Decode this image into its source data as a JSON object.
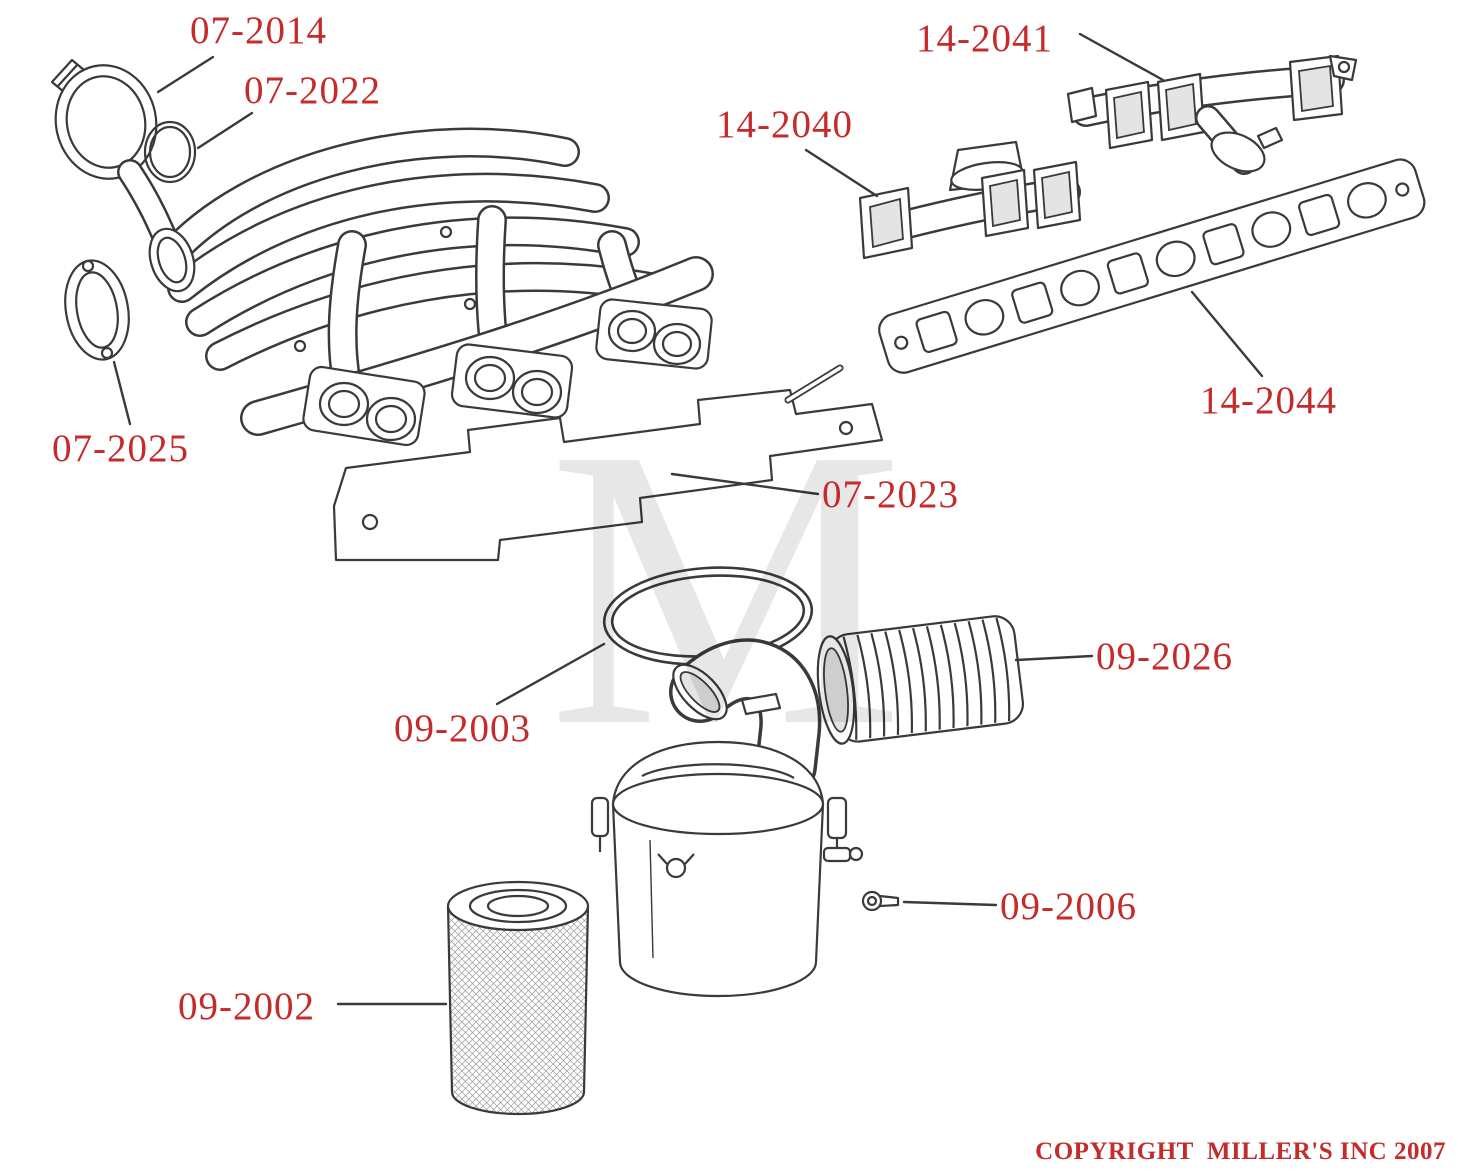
{
  "watermark": "M",
  "copyright": "COPYRIGHT  MILLER'S INC 2007",
  "colors": {
    "label": "#c52b2b",
    "line": "#3a3a3a",
    "background": "#ffffff"
  },
  "labels": [
    {
      "text": "07-2014"
    },
    {
      "text": "07-2022"
    },
    {
      "text": "14-2041"
    },
    {
      "text": "14-2040"
    },
    {
      "text": "07-2025"
    },
    {
      "text": "14-2044"
    },
    {
      "text": "07-2023"
    },
    {
      "text": "09-2026"
    },
    {
      "text": "09-2003"
    },
    {
      "text": "09-2006"
    },
    {
      "text": "09-2002"
    }
  ]
}
